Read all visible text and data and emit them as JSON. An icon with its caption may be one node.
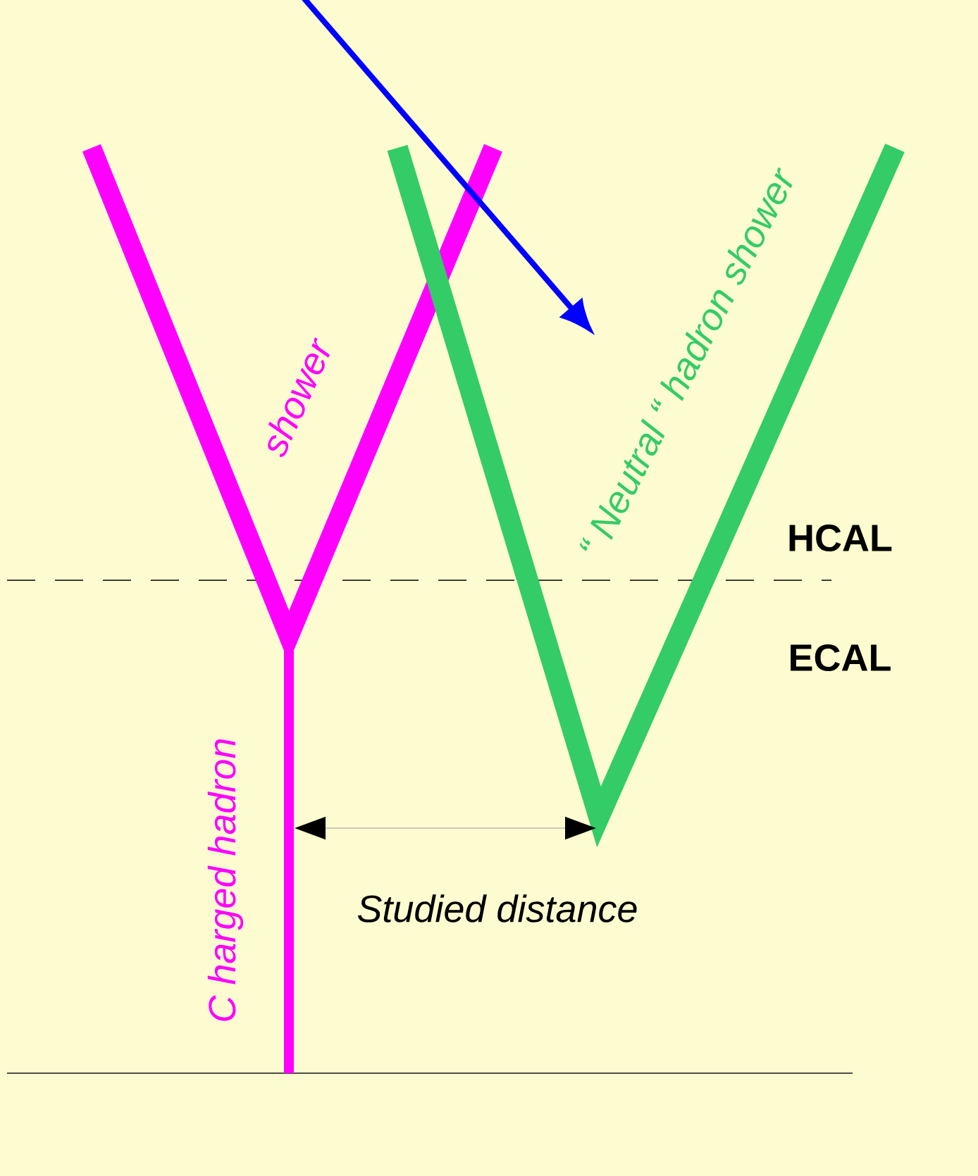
{
  "diagram": {
    "labels": [
      "shower",
      "“ Neutral “ hadron shower",
      "HCAL",
      "ECAL",
      "Studied distance",
      "C harged hadron"
    ]
  }
}
